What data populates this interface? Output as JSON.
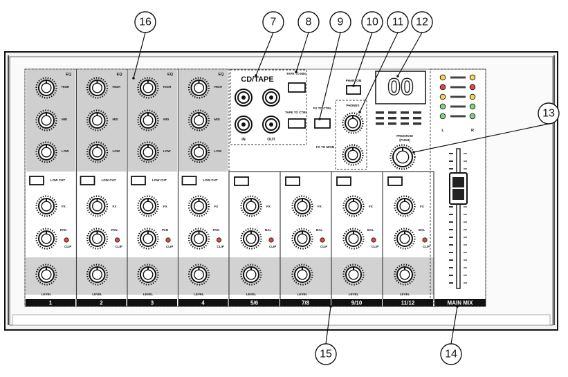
{
  "callouts": [
    "16",
    "7",
    "8",
    "9",
    "10",
    "11",
    "12",
    "13",
    "15",
    "14"
  ],
  "mono_channels": {
    "eq_title": "EQ",
    "eq_bands": [
      "HIGH",
      "MID",
      "LOW"
    ],
    "low_cut_text": "LOW CUT",
    "fx_text": "FX",
    "pan_text": "PAN",
    "clip_text": "CLIP",
    "level_text": "LEVEL",
    "numbers": [
      "1",
      "2",
      "3",
      "4"
    ]
  },
  "stereo_channels": {
    "fx_text": "FX",
    "bal_text": "BAL",
    "clip_text": "CLIP",
    "level_text": "LEVEL",
    "numbers": [
      "5/6",
      "7/8",
      "9/10",
      "11/12"
    ]
  },
  "cd_tape": {
    "title": "CD/TAPE",
    "in": "IN",
    "out": "OUT"
  },
  "tape_to_mix": "TAPE TO MIX",
  "tape_to_ctrl": "TAPE TO CTRL",
  "fx_to_ctrl": "FX TO CTRL",
  "phantom": "PHANTOM",
  "phones": "PHONES",
  "fx_to_main": "FX TO MAIN",
  "program": "PROGRAM",
  "program_sub": "(PUSH)",
  "display_digits": "00",
  "meter": {
    "left": "L",
    "right": "R"
  },
  "main_mix": "MAIN MIX"
}
